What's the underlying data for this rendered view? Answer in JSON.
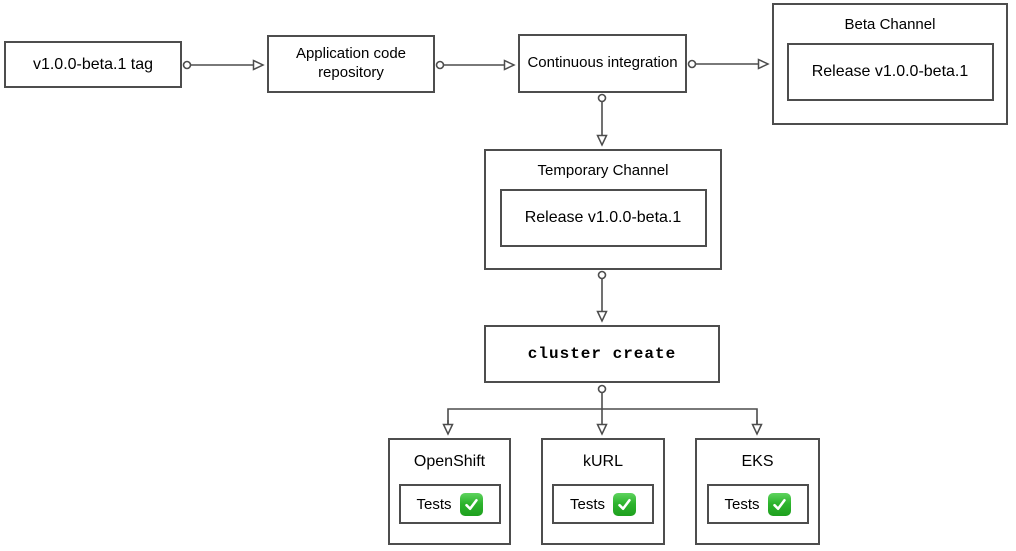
{
  "diagram": {
    "title": "release pipeline flowchart",
    "colors": {
      "stroke": "#4d4d4d",
      "background": "#ffffff",
      "text": "#000000",
      "check_green": "#2eb42e"
    },
    "icons": {
      "tests_status": "check-mark-icon"
    },
    "nodes": {
      "tag": {
        "label": "v1.0.0-beta.1 tag"
      },
      "app_repo": {
        "label": "Application code repository"
      },
      "ci": {
        "label": "Continuous integration"
      },
      "beta_channel": {
        "title": "Beta Channel",
        "release": "Release v1.0.0-beta.1"
      },
      "temp_channel": {
        "title": "Temporary Channel",
        "release": "Release v1.0.0-beta.1"
      },
      "cluster_create": {
        "label": "cluster create"
      },
      "openshift": {
        "title": "OpenShift",
        "tests_label": "Tests"
      },
      "kurl": {
        "title": "kURL",
        "tests_label": "Tests"
      },
      "eks": {
        "title": "EKS",
        "tests_label": "Tests"
      }
    },
    "flow": [
      "tag -> app_repo",
      "app_repo -> ci",
      "ci -> beta_channel",
      "ci -> temp_channel",
      "temp_channel -> cluster_create",
      "cluster_create -> openshift",
      "cluster_create -> kurl",
      "cluster_create -> eks"
    ]
  }
}
